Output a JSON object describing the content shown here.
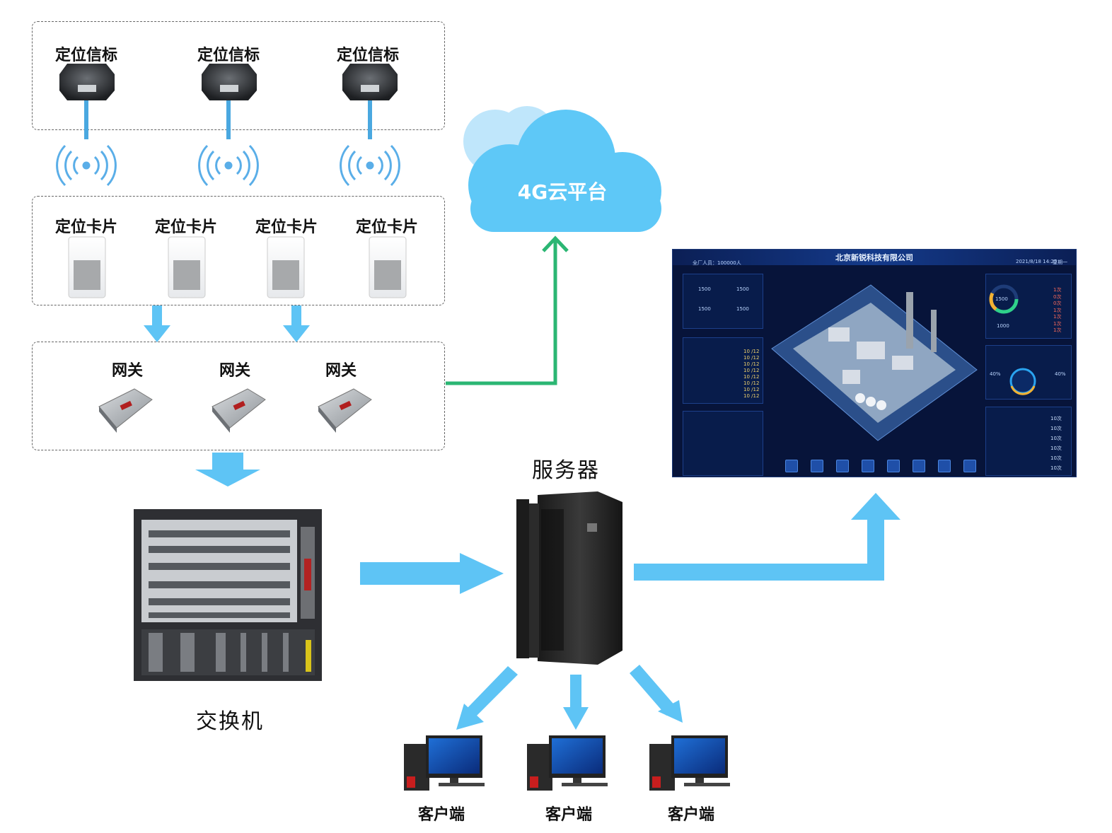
{
  "labels": {
    "beacon": "定位信标",
    "card": "定位卡片",
    "gateway": "网关",
    "cloud": "4G云平台",
    "switch": "交换机",
    "server": "服务器",
    "client": "客户端"
  },
  "dashboard": {
    "title": "北京新锐科技有限公司",
    "total_people": "全厂人员：100000人",
    "datetime": "2021/8/18  14:25",
    "day": "星期一",
    "stat_value": "1500",
    "gauge_value": "1500",
    "gauge_sub": "1000",
    "people_rows": [
      "10 /12",
      "10 /12",
      "10 /12",
      "10 /12",
      "10 /12",
      "10 /12",
      "10 /12",
      "10 /12"
    ],
    "alarm_counts": [
      "1次",
      "0次",
      "0次",
      "1次",
      "1次",
      "1次",
      "1次"
    ],
    "area_counts": [
      "10次",
      "10次",
      "10次",
      "10次",
      "10次",
      "10次"
    ],
    "pct_left": "40%",
    "pct_right": "40%"
  },
  "colors": {
    "arrow_blue": "#5ec4f5",
    "arrow_green": "#2bb673",
    "signal_blue": "#5aaee8",
    "cloud_blue": "#5ec8f7"
  }
}
